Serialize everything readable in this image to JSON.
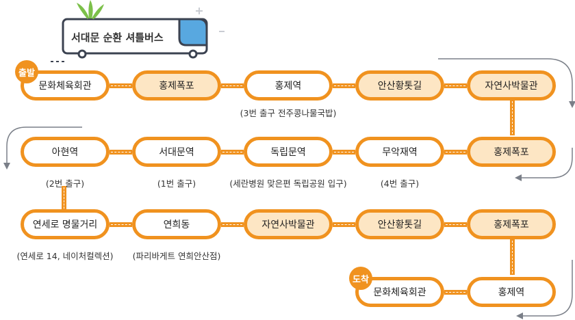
{
  "title": "서대문 순환 셔틀버스",
  "badges": {
    "start": "출발",
    "end": "도착"
  },
  "colors": {
    "accent": "#f0921f",
    "highlight_fill": "#fde6c4",
    "bus_blue": "#58a8e0",
    "leaf_green": "#7cc04a"
  },
  "stops": [
    {
      "label": "문화체육회관",
      "highlight": false,
      "sub": ""
    },
    {
      "label": "홍제폭포",
      "highlight": true,
      "sub": ""
    },
    {
      "label": "홍제역",
      "highlight": false,
      "sub": "(3번 출구 전주콩나물국밥)"
    },
    {
      "label": "안산황톳길",
      "highlight": true,
      "sub": ""
    },
    {
      "label": "자연사박물관",
      "highlight": true,
      "sub": ""
    },
    {
      "label": "홍제폭포",
      "highlight": true,
      "sub": ""
    },
    {
      "label": "무악재역",
      "highlight": false,
      "sub": "(4번 출구)"
    },
    {
      "label": "독립문역",
      "highlight": false,
      "sub": "(세란병원 맞은편 독립공원 입구)"
    },
    {
      "label": "서대문역",
      "highlight": false,
      "sub": "(1번 출구)"
    },
    {
      "label": "아현역",
      "highlight": false,
      "sub": "(2번 출구)"
    },
    {
      "label": "연세로 명물거리",
      "highlight": false,
      "sub": "(연세로 14, 네이처컬렉션)"
    },
    {
      "label": "연희동",
      "highlight": false,
      "sub": "(파리바게트 연희안산점)"
    },
    {
      "label": "자연사박물관",
      "highlight": true,
      "sub": ""
    },
    {
      "label": "안산황톳길",
      "highlight": true,
      "sub": ""
    },
    {
      "label": "홍제폭포",
      "highlight": true,
      "sub": ""
    },
    {
      "label": "홍제역",
      "highlight": false,
      "sub": ""
    },
    {
      "label": "문화체육회관",
      "highlight": false,
      "sub": ""
    }
  ]
}
